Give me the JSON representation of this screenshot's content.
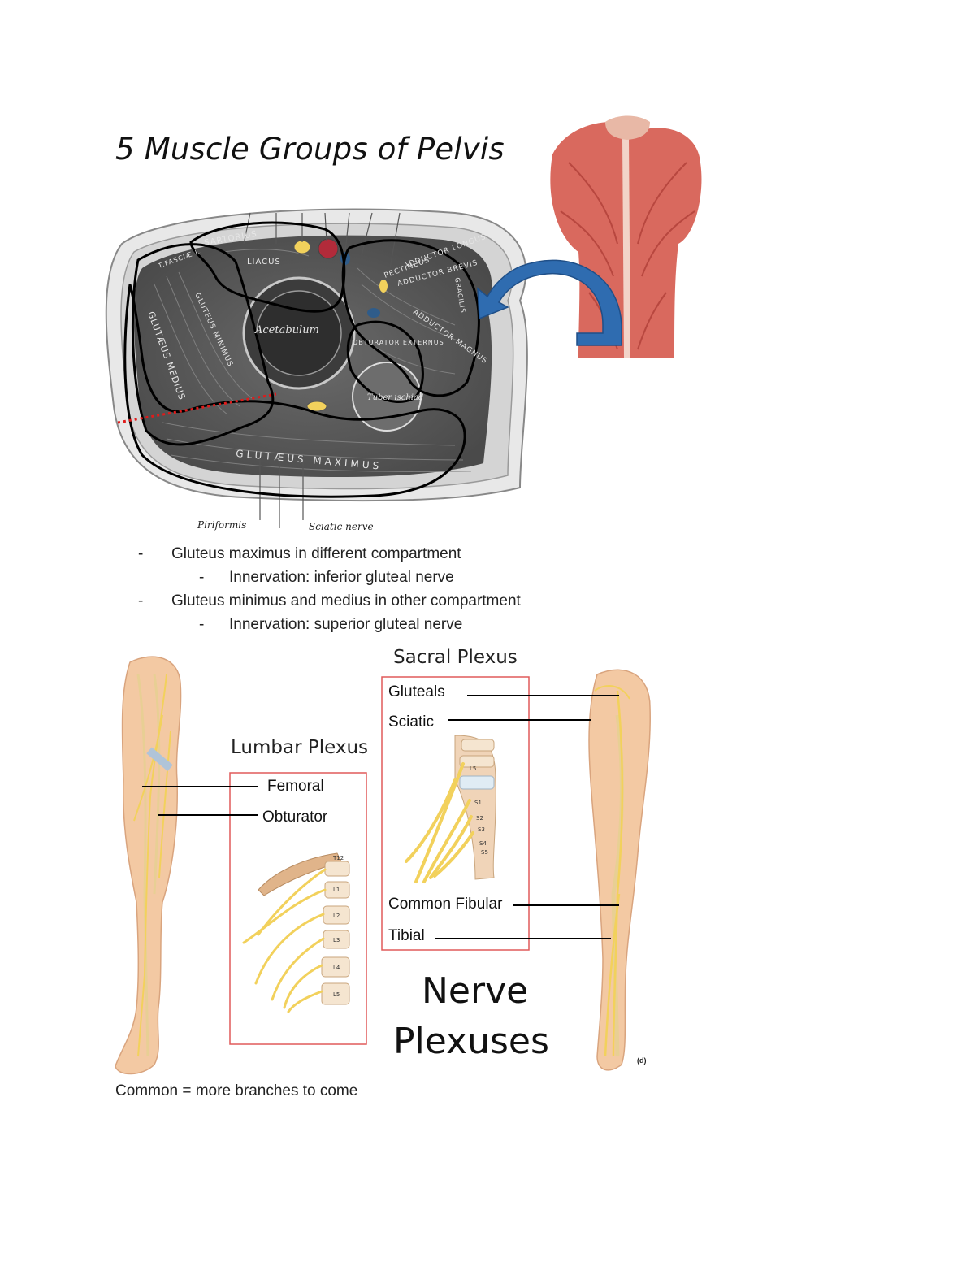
{
  "page": {
    "title": "5 Muscle Groups of Pelvis",
    "cross_section": {
      "muscle_labels": {
        "sartorius": "SARTORIUS",
        "iliacus": "ILIACUS",
        "tensor_fasciae": "T.FASCIÆ L.",
        "gluteus_minimus": "GLUTEUS MINIMUS",
        "gluteus_medius": "GLUTÆUS MEDIUS",
        "acetabulum": "Acetabulum",
        "pectineus": "PECTINEUS",
        "adductor_longus": "ADDUCTOR LONGUS",
        "adductor_brevis": "ADDUCTOR BREVIS",
        "adductor_magnus": "ADDUCTOR MAGNUS",
        "gracilis": "GRACILIS",
        "obturator_externus": "OBTURATOR EXTERNUS",
        "gluteus_maximus": "GLUTÆUS MAXIMUS",
        "tuber_ischiad": "Tuber ischiad"
      },
      "bottom_labels": {
        "piriformis": "Piriformis",
        "sciatic_nerve": "Sciatic nerve"
      }
    },
    "bullets": [
      {
        "level": 1,
        "marker": "-",
        "text": "Gluteus maximus in different compartment"
      },
      {
        "level": 2,
        "marker": "-",
        "text": "Innervation: inferior gluteal nerve"
      },
      {
        "level": 1,
        "marker": "-",
        "text": "Gluteus minimus and medius in other compartment"
      },
      {
        "level": 2,
        "marker": "-",
        "text": "Innervation: superior gluteal nerve"
      }
    ],
    "plexus_figure": {
      "lumbar": {
        "title": "Lumbar Plexus",
        "nerves": [
          "Femoral",
          "Obturator"
        ],
        "vertebra_labels": [
          "T12",
          "L1",
          "L2",
          "L3",
          "L4",
          "L5"
        ]
      },
      "sacral": {
        "title": "Sacral Plexus",
        "nerves": [
          "Gluteals",
          "Sciatic",
          "Common Fibular",
          "Tibial"
        ],
        "vertebra_labels": [
          "L5",
          "S1",
          "S2",
          "S3",
          "S4",
          "S5"
        ]
      },
      "big_title_line1": "Nerve",
      "big_title_line2": "Plexuses",
      "panel_letter": "(d)"
    },
    "footer_note": "Common = more branches to come"
  },
  "colors": {
    "red_box": "#e05a5a",
    "blue_arrow": "#2f6cb0",
    "muscle_red": "#c9443e",
    "nerve_yellow": "#f2d15c",
    "skin": "#f3c9a3"
  }
}
